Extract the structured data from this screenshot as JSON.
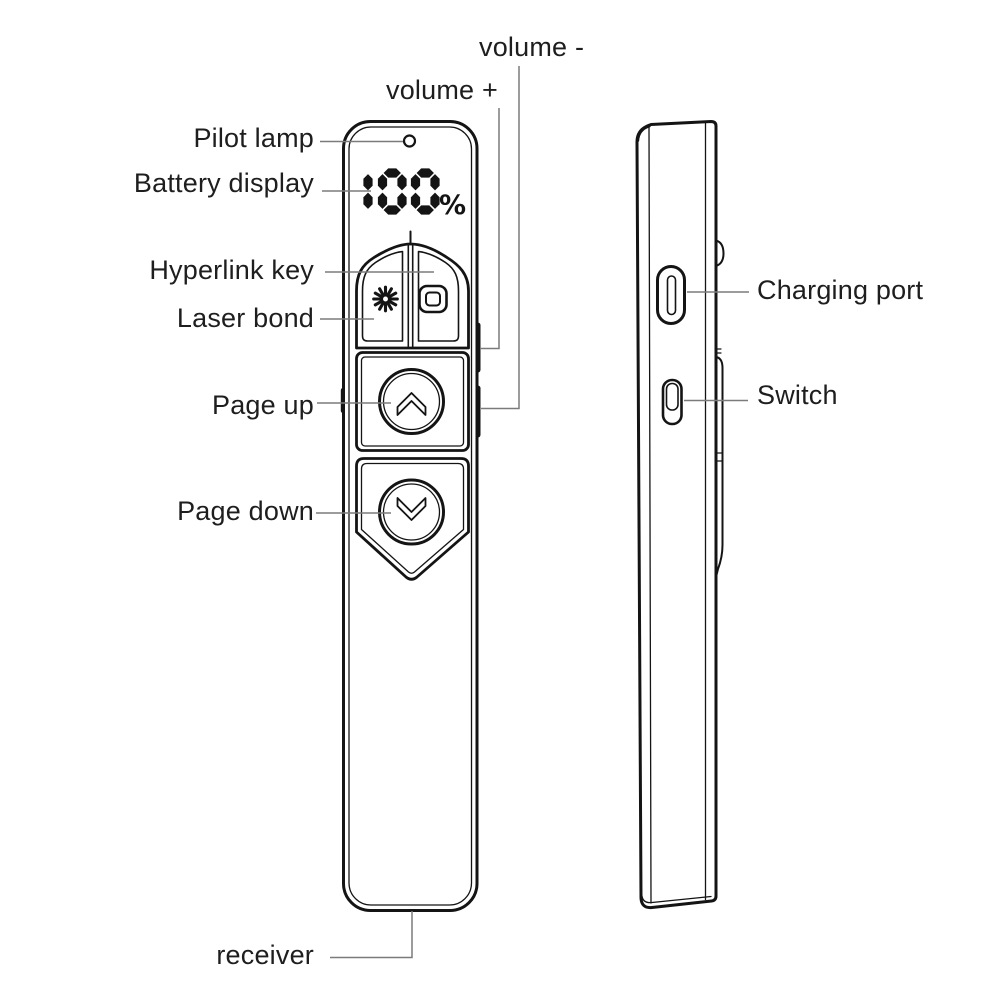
{
  "front_view": {
    "battery_display": {
      "level": "100",
      "unit": "%"
    },
    "labels": {
      "volume_minus": "volume -",
      "volume_plus": "volume +",
      "pilot_lamp": "Pilot lamp",
      "battery_display": "Battery display",
      "hyperlink_key": "Hyperlink key",
      "laser_bond": "Laser bond",
      "page_up": "Page up",
      "page_down": "Page down",
      "receiver": "receiver"
    },
    "icons": {
      "laser": {
        "name": "laser-burst-icon",
        "glyph": "✳"
      },
      "hyperlink": {
        "name": "hyperlink-key-icon",
        "glyph": "▣"
      },
      "page_up": {
        "name": "chevron-up-icon",
        "glyph": "⌃"
      },
      "page_down": {
        "name": "chevron-down-icon",
        "glyph": "⌄"
      },
      "pilot_lamp": {
        "name": "pilot-lamp-dot",
        "glyph": "○"
      }
    }
  },
  "side_view": {
    "labels": {
      "charging_port": "Charging port",
      "switch": "Switch"
    }
  },
  "colors": {
    "background": "#ffffff",
    "outline": "#141414",
    "leader_line": "#7b7b7b",
    "text": "#1e1e1e"
  }
}
